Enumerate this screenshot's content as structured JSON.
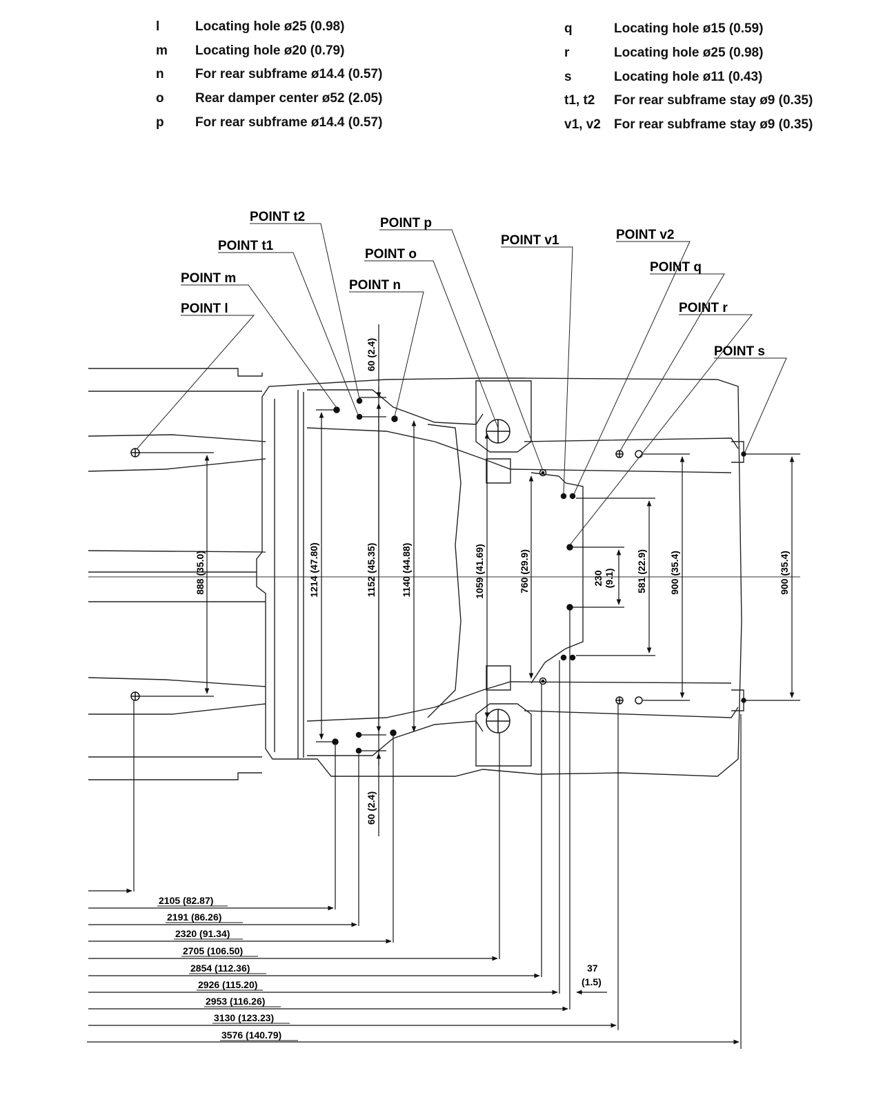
{
  "legend_left": [
    {
      "key": "l",
      "desc": "Locating hole ø25 (0.98)"
    },
    {
      "key": "m",
      "desc": "Locating hole ø20 (0.79)"
    },
    {
      "key": "n",
      "desc": "For rear subframe ø14.4 (0.57)"
    },
    {
      "key": "o",
      "desc": "Rear damper center ø52 (2.05)"
    },
    {
      "key": "p",
      "desc": "For rear subframe ø14.4 (0.57)"
    }
  ],
  "legend_right": [
    {
      "key": "q",
      "desc": "Locating hole ø15 (0.59)"
    },
    {
      "key": "r",
      "desc": "Locating hole ø25 (0.98)"
    },
    {
      "key": "s",
      "desc": "Locating hole ø11 (0.43)"
    },
    {
      "key": "t1, t2",
      "desc": "For rear subframe stay ø9 (0.35)"
    },
    {
      "key": "v1, v2",
      "desc": "For rear subframe stay ø9 (0.35)"
    }
  ],
  "callouts": {
    "t2": "POINT t2",
    "p": "POINT p",
    "v1": "POINT v1",
    "v2": "POINT v2",
    "t1": "POINT t1",
    "o": "POINT o",
    "q": "POINT q",
    "m": "POINT m",
    "n": "POINT n",
    "r": "POINT r",
    "l": "POINT l",
    "s": "POINT s"
  },
  "vertical_dims": {
    "d888": "888 (35.0)",
    "d1214": "1214 (47.80)",
    "d1152": "1152 (45.35)",
    "d1140": "1140 (44.88)",
    "d1059": "1059 (41.69)",
    "d760": "760 (29.9)",
    "d230a": "230",
    "d230b": "(9.1)",
    "d581": "581 (22.9)",
    "d900a": "900 (35.4)",
    "d900b": "900 (35.4)",
    "d60top": "60 (2.4)",
    "d60bottom": "60 (2.4)"
  },
  "horizontal_dims": [
    "2105 (82.87)",
    "2191 (86.26)",
    "2320 (91.34)",
    "2705 (106.50)",
    "2854 (112.36)",
    "2926 (115.20)",
    "2953 (116.26)",
    "3130 (123.23)",
    "3576 (140.79)"
  ],
  "small_dim": {
    "line1": "37",
    "line2": "(1.5)"
  }
}
